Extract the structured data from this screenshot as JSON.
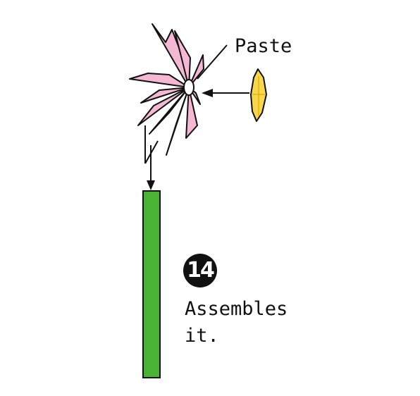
{
  "labels": {
    "paste": "Paste",
    "step_number": "14",
    "instruction_line1": "Assembles",
    "instruction_line2": "it."
  },
  "colors": {
    "petal_fill": "#f4b8d4",
    "center_fill": "#f7d84a",
    "stem_fill": "#4ab334",
    "outline": "#111111",
    "badge_fill": "#111111",
    "badge_text": "#ffffff"
  },
  "icons": [
    "pink-flower-petals",
    "yellow-flower-center",
    "green-stem"
  ]
}
